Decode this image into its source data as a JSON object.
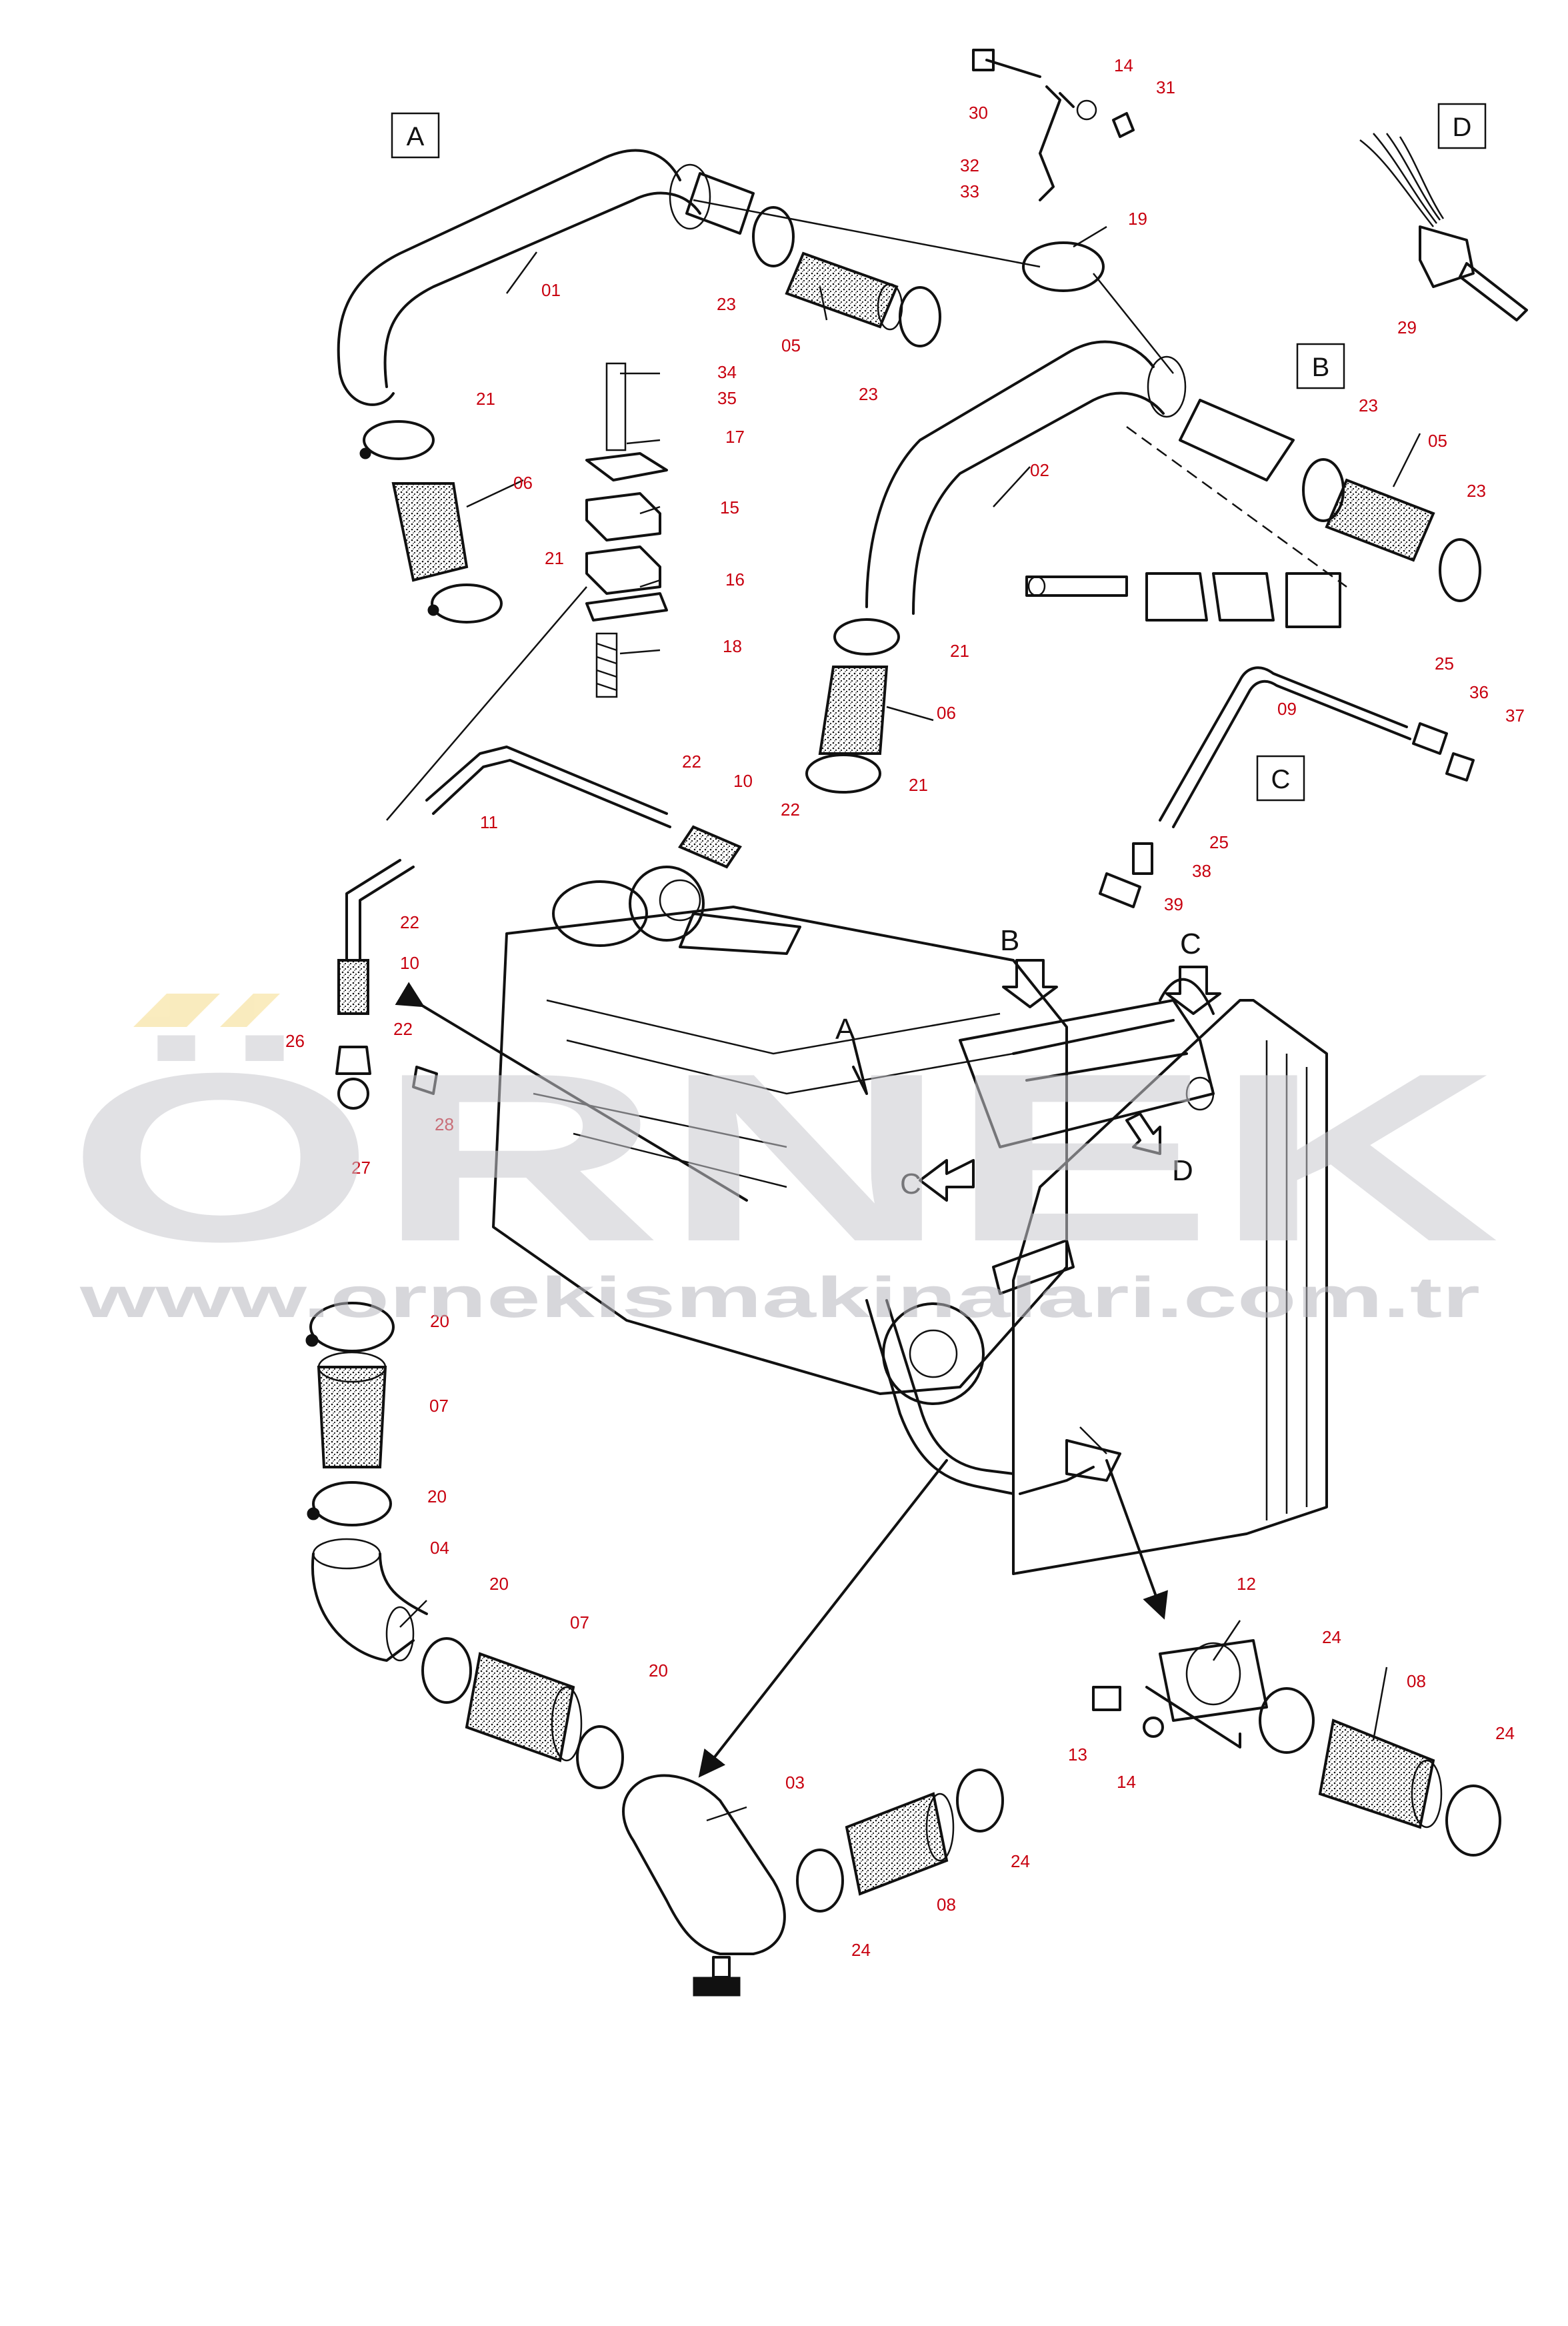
{
  "view_labels": [
    "A",
    "B",
    "C",
    "D"
  ],
  "engine_labels": [
    "A",
    "B",
    "C",
    "C",
    "D"
  ],
  "callouts": {
    "c01": "01",
    "c02": "02",
    "c03": "03",
    "c04": "04",
    "c05a": "05",
    "c05b": "05",
    "c06a": "06",
    "c06b": "06",
    "c07a": "07",
    "c07b": "07",
    "c08a": "08",
    "c08b": "08",
    "c09": "09",
    "c10a": "10",
    "c10b": "10",
    "c11": "11",
    "c12": "12",
    "c13": "13",
    "c14a": "14",
    "c14b": "14",
    "c15": "15",
    "c16": "16",
    "c17": "17",
    "c18": "18",
    "c19": "19",
    "c20a": "20",
    "c20b": "20",
    "c20c": "20",
    "c20d": "20",
    "c21a": "21",
    "c21b": "21",
    "c21c": "21",
    "c21d": "21",
    "c22a": "22",
    "c22b": "22",
    "c22c": "22",
    "c22d": "22",
    "c23a": "23",
    "c23b": "23",
    "c23c": "23",
    "c23d": "23",
    "c24a": "24",
    "c24b": "24",
    "c24c": "24",
    "c24d": "24",
    "c25a": "25",
    "c25b": "25",
    "c26": "26",
    "c27": "27",
    "c28": "28",
    "c29": "29",
    "c30": "30",
    "c31": "31",
    "c32": "32",
    "c33": "33",
    "c34": "34",
    "c35": "35",
    "c36": "36",
    "c37": "37",
    "c38": "38",
    "c39": "39"
  },
  "watermark": {
    "brand": "ÖRNEK",
    "url": "www.ornekismakinalari.com.tr",
    "color": "#c9c9cf",
    "accent": "#f5dc8a"
  },
  "colors": {
    "callout": "#c8000f",
    "line": "#111111"
  }
}
